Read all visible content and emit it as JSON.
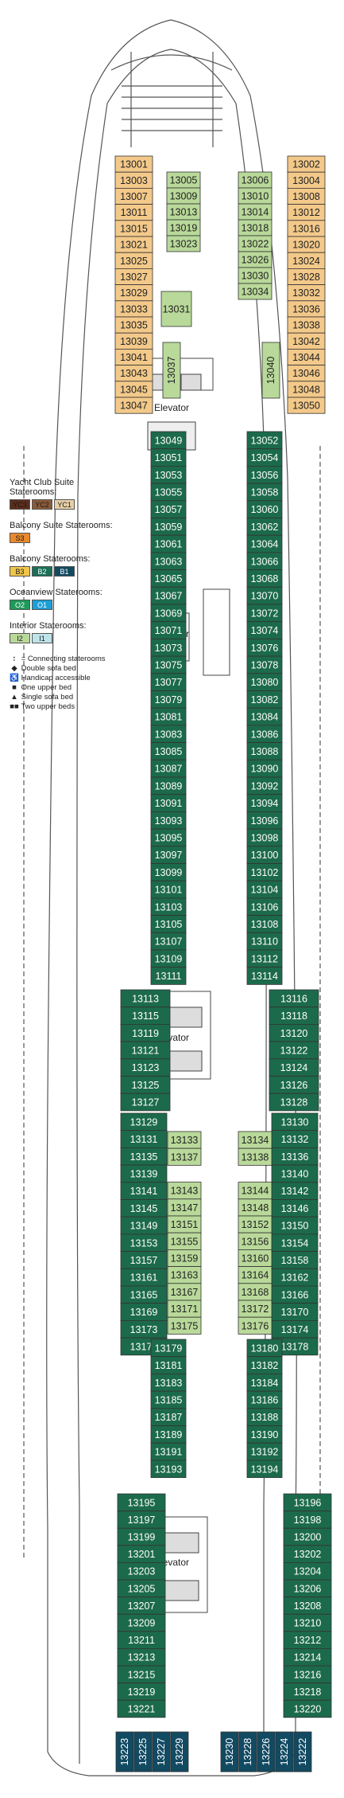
{
  "colors": {
    "yacht_club": "#f3c98a",
    "balcony_b3": "#1c6a4c",
    "interior_i2": "#b9d99a",
    "hull_line": "#555555",
    "yc3": "#5b2d1c",
    "yc2": "#8a5a3a",
    "yc1": "#e6cfa6",
    "s3": "#e8892e",
    "b2": "#1a6f57",
    "b1": "#124a62",
    "o2": "#1e9a5a",
    "o1": "#1aa0d8",
    "i1": "#bfe3ea"
  },
  "elevator_label": "Elevator",
  "legend": {
    "groups": [
      {
        "title": "Yacht Club Suite Staterooms:",
        "swatches": [
          {
            "code": "YC3",
            "color": "#5b2d1c",
            "text": "#1a1a1a"
          },
          {
            "code": "YC2",
            "color": "#8a5a3a",
            "text": "#1a1a1a"
          },
          {
            "code": "YC1",
            "color": "#e6cfa6",
            "text": "#1a1a1a"
          }
        ]
      },
      {
        "title": "Balcony Suite Staterooms:",
        "swatches": [
          {
            "code": "S3",
            "color": "#e8892e",
            "text": "#1a1a1a"
          }
        ]
      },
      {
        "title": "Balcony Staterooms:",
        "swatches": [
          {
            "code": "B3",
            "color": "#f0c64a",
            "text": "#1a1a1a"
          },
          {
            "code": "B2",
            "color": "#1a6f57",
            "text": "#ffffff"
          },
          {
            "code": "B1",
            "color": "#124a62",
            "text": "#ffffff"
          }
        ]
      },
      {
        "title": "Oceanview Staterooms:",
        "swatches": [
          {
            "code": "O2",
            "color": "#1e9a5a",
            "text": "#ffffff"
          },
          {
            "code": "O1",
            "color": "#1aa0d8",
            "text": "#ffffff"
          }
        ]
      },
      {
        "title": "Interior Staterooms:",
        "swatches": [
          {
            "code": "I2",
            "color": "#b9d99a",
            "text": "#1a1a1a"
          },
          {
            "code": "I1",
            "color": "#bfe3ea",
            "text": "#1a1a1a"
          }
        ]
      }
    ],
    "symbols": [
      {
        "glyph": "↕",
        "label": "= Connecting staterooms"
      },
      {
        "glyph": "◆",
        "label": "Double sofa bed"
      },
      {
        "glyph": "♿",
        "label": "Handicap accessible"
      },
      {
        "glyph": "■",
        "label": "One upper bed"
      },
      {
        "glyph": "▲",
        "label": "Single sofa bed"
      },
      {
        "glyph": "■■",
        "label": "Two upper beds"
      }
    ]
  },
  "yacht_left": [
    "13001",
    "13003",
    "13007",
    "13011",
    "13015",
    "13021",
    "13025",
    "13027",
    "13029",
    "13033",
    "13035",
    "13039",
    "13041",
    "13043",
    "13045",
    "13047"
  ],
  "yacht_right": [
    "13002",
    "13004",
    "13008",
    "13012",
    "13016",
    "13020",
    "13024",
    "13028",
    "13032",
    "13036",
    "13038",
    "13042",
    "13044",
    "13046",
    "13048",
    "13050"
  ],
  "fwd_interior_left": [
    "13005",
    "13009",
    "13013",
    "13019",
    "13023"
  ],
  "fwd_interior_right": [
    "13006",
    "13010",
    "13014",
    "13018",
    "13022",
    "13026",
    "13030",
    "13034"
  ],
  "fwd_misc": {
    "left_low": "13031",
    "left_vert": "13037",
    "right_vert": "13040"
  },
  "mid_left": [
    "13049",
    "13051",
    "13053",
    "13055",
    "13057",
    "13059",
    "13061",
    "13063",
    "13065",
    "13067",
    "13069",
    "13071",
    "13073",
    "13075",
    "13077",
    "13079",
    "13081",
    "13083",
    "13085",
    "13087",
    "13089",
    "13091",
    "13093",
    "13095",
    "13097",
    "13099",
    "13101",
    "13103",
    "13105",
    "13107",
    "13109",
    "13111"
  ],
  "mid_right": [
    "13052",
    "13054",
    "13056",
    "13058",
    "13060",
    "13062",
    "13064",
    "13066",
    "13068",
    "13070",
    "13072",
    "13074",
    "13076",
    "13078",
    "13080",
    "13082",
    "13084",
    "13086",
    "13088",
    "13090",
    "13092",
    "13094",
    "13096",
    "13098",
    "13100",
    "13102",
    "13104",
    "13106",
    "13108",
    "13110",
    "13112",
    "13114"
  ],
  "wide_left_a": [
    "13113",
    "13115",
    "13119",
    "13121",
    "13123",
    "13125",
    "13127"
  ],
  "wide_right_a": [
    "13116",
    "13118",
    "13120",
    "13122",
    "13124",
    "13126",
    "13128"
  ],
  "wide_left_b": [
    "13129",
    "13131",
    "13135",
    "13139",
    "13141",
    "13145",
    "13149",
    "13153",
    "13157",
    "13161",
    "13165",
    "13169",
    "13173",
    "13177"
  ],
  "wide_right_b": [
    "13130",
    "13132",
    "13136",
    "13140",
    "13142",
    "13146",
    "13150",
    "13154",
    "13158",
    "13162",
    "13166",
    "13170",
    "13174",
    "13178"
  ],
  "interior_left": [
    "13133",
    "13137",
    "",
    "13143",
    "13147",
    "13151",
    "13155",
    "13159",
    "13163",
    "13167",
    "13171",
    "13175"
  ],
  "interior_right": [
    "13134",
    "13138",
    "",
    "13144",
    "13148",
    "13152",
    "13156",
    "13160",
    "13164",
    "13168",
    "13172",
    "13176"
  ],
  "aft_mid_left": [
    "13179",
    "13181",
    "13183",
    "13185",
    "13187",
    "13189",
    "13191",
    "13193"
  ],
  "aft_mid_right": [
    "13180",
    "13182",
    "13184",
    "13186",
    "13188",
    "13190",
    "13192",
    "13194"
  ],
  "aft_left": [
    "13195",
    "13197",
    "13199",
    "13201",
    "13203",
    "13205",
    "13207",
    "13209",
    "13211",
    "13213",
    "13215",
    "13219",
    "13221"
  ],
  "aft_right": [
    "13196",
    "13198",
    "13200",
    "13202",
    "13204",
    "13206",
    "13208",
    "13210",
    "13212",
    "13214",
    "13216",
    "13218",
    "13220"
  ],
  "stern": [
    "13223",
    "13225",
    "13227",
    "13229",
    "13230",
    "13228",
    "13226",
    "13224",
    "13222"
  ]
}
